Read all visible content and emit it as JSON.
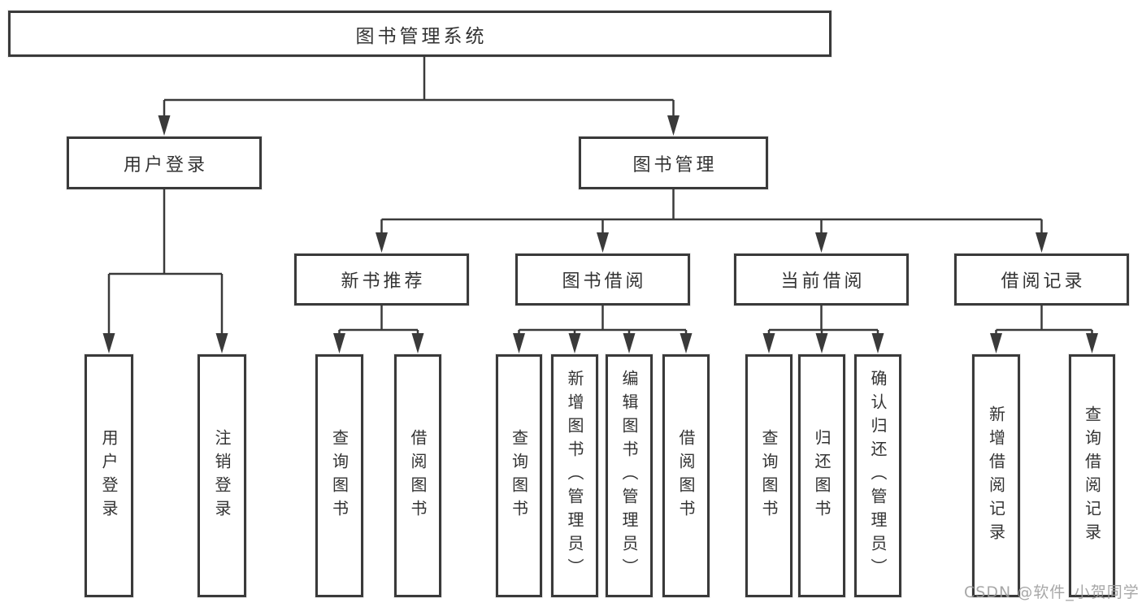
{
  "diagram_type": "hierarchy-tree",
  "tree": {
    "root": {
      "label": "图书管理系统"
    },
    "branches": [
      {
        "label": "用户登录",
        "children": [
          {
            "label": "用户登录"
          },
          {
            "label": "注销登录"
          }
        ]
      },
      {
        "label": "图书管理",
        "children": [
          {
            "label": "新书推荐",
            "children": [
              {
                "label": "查询图书"
              },
              {
                "label": "借阅图书"
              }
            ]
          },
          {
            "label": "图书借阅",
            "children": [
              {
                "label": "查询图书"
              },
              {
                "label": "新增图书（管理员）"
              },
              {
                "label": "编辑图书（管理员）"
              },
              {
                "label": "借阅图书"
              }
            ]
          },
          {
            "label": "当前借阅",
            "children": [
              {
                "label": "查询图书"
              },
              {
                "label": "归还图书"
              },
              {
                "label": "确认归还（管理员）"
              }
            ]
          },
          {
            "label": "借阅记录",
            "children": [
              {
                "label": "新增借阅记录"
              },
              {
                "label": "查询借阅记录"
              }
            ]
          }
        ]
      }
    ]
  },
  "watermark": {
    "text": "CSDN @软件_小贺同学"
  },
  "colors": {
    "line": "#3a3a3a",
    "text": "#333333",
    "node_fill": "#ffffff",
    "watermark": "#9b9b9b",
    "background": "#ffffff"
  }
}
